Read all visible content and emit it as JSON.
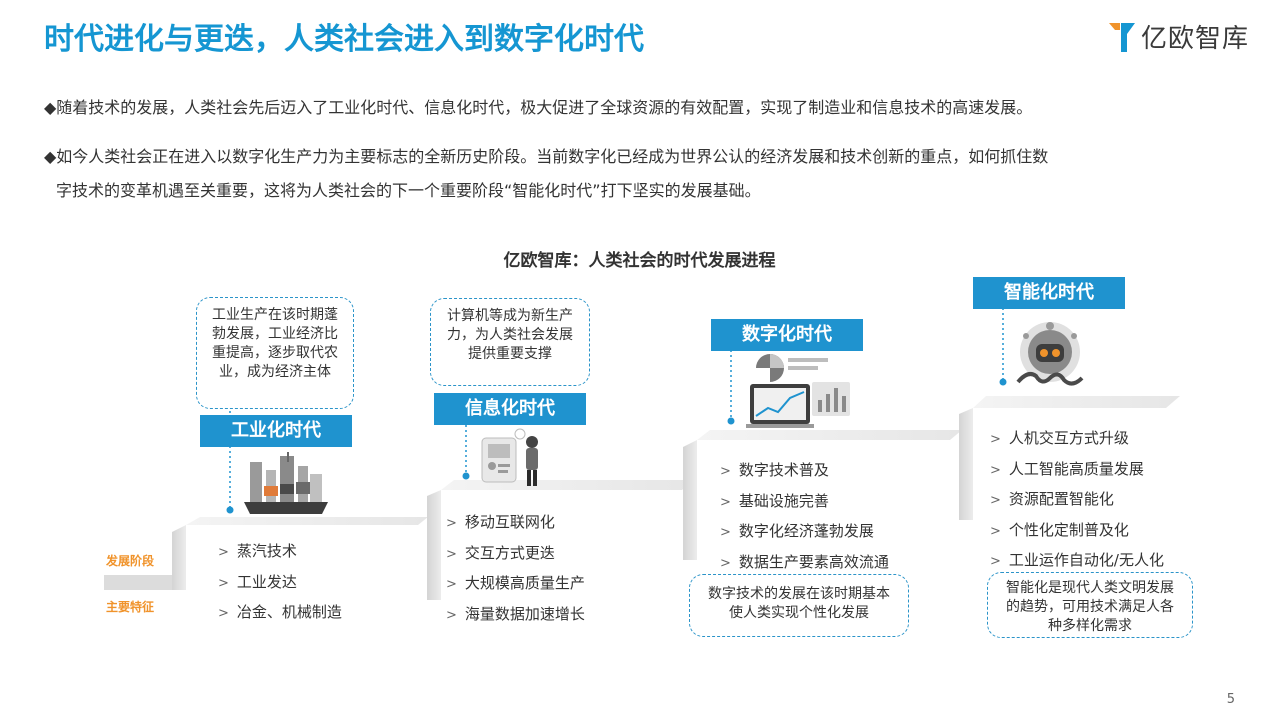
{
  "header": {
    "title": "时代进化与更迭，人类社会进入到数字化时代",
    "logo_text": "亿欧智库"
  },
  "bullets": [
    {
      "lines": [
        "◆随着技术的发展，人类社会先后迈入了工业化时代、信息化时代，极大促进了全球资源的有效配置，实现了制造业和信息技术的高速发展。"
      ]
    },
    {
      "lines": [
        "◆如今人类社会正在进入以数字化生产力为主要标志的全新历史阶段。当前数字化已经成为世界公认的经济发展和技术创新的重点，如何抓住数",
        "字技术的变革机遇至关重要，这将为人类社会的下一个重要阶段“智能化时代”打下坚实的发展基础。"
      ]
    }
  ],
  "diagram": {
    "title": "亿欧智库：人类社会的时代发展进程",
    "side_labels": {
      "stage": "发展阶段",
      "features": "主要特征"
    },
    "eras": [
      {
        "label": "工业化时代",
        "bubble": "工业生产在该时期蓬勃发展，工业经济比重提高，逐步取代农业，成为经济主体",
        "features": [
          "蒸汽技术",
          "工业发达",
          "冶金、机械制造"
        ],
        "icon": "cargo-ship-icon"
      },
      {
        "label": "信息化时代",
        "bubble": "计算机等成为新生产力，为人类社会发展提供重要支撑",
        "features": [
          "移动互联网化",
          "交互方式更迭",
          "大规模高质量生产",
          "海量数据加速增长"
        ],
        "icon": "person-device-icon"
      },
      {
        "label": "数字化时代",
        "bubble": "数字技术的发展在该时期基本使人类实现个性化发展",
        "features": [
          "数字技术普及",
          "基础设施完善",
          "数字化经济蓬勃发展",
          "数据生产要素高效流通"
        ],
        "icon": "data-dashboard-icon"
      },
      {
        "label": "智能化时代",
        "bubble": "智能化是现代人类文明发展的趋势，可用技术满足人各种多样化需求",
        "features": [
          "人机交互方式升级",
          "人工智能高质量发展",
          "资源配置智能化",
          "个性化定制普及化",
          "工业运作自动化/无人化"
        ],
        "icon": "ai-robot-icon"
      }
    ]
  },
  "footer": {
    "page_number": "5"
  },
  "colors": {
    "accent": "#1596d2",
    "label_bg": "#1f93cf",
    "orange": "#f0932b"
  }
}
